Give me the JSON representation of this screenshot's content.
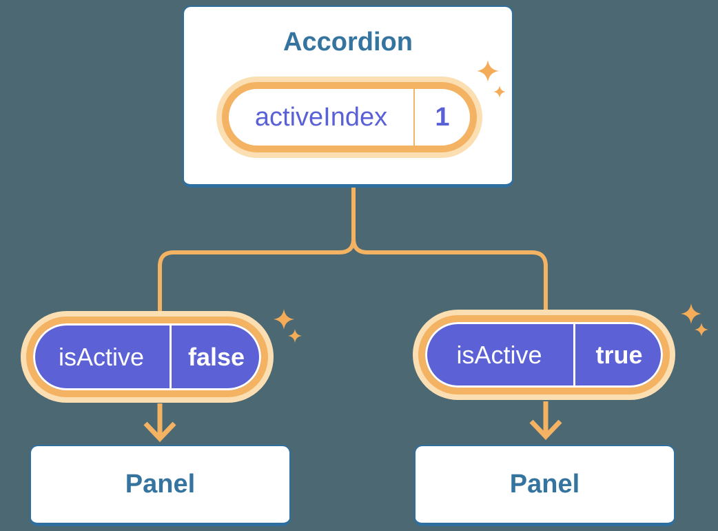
{
  "colors": {
    "background": "#4C6872",
    "card_bg": "#FFFFFF",
    "card_border": "#2F6FA0",
    "heading_text": "#35749F",
    "accent_orange": "#F4B263",
    "halo_orange": "#FBDFB2",
    "sparkle_orange": "#F4AC58",
    "pill_purple": "#5C62D6",
    "state_text": "#5A60D6"
  },
  "icons": {
    "sparkle": "four-point-star"
  },
  "diagram": {
    "accordion": {
      "title": "Accordion",
      "state": {
        "name": "activeIndex",
        "value": "1"
      }
    },
    "children": [
      {
        "prop": {
          "name": "isActive",
          "value": "false"
        },
        "panel": {
          "title": "Panel"
        }
      },
      {
        "prop": {
          "name": "isActive",
          "value": "true"
        },
        "panel": {
          "title": "Panel"
        }
      }
    ]
  }
}
